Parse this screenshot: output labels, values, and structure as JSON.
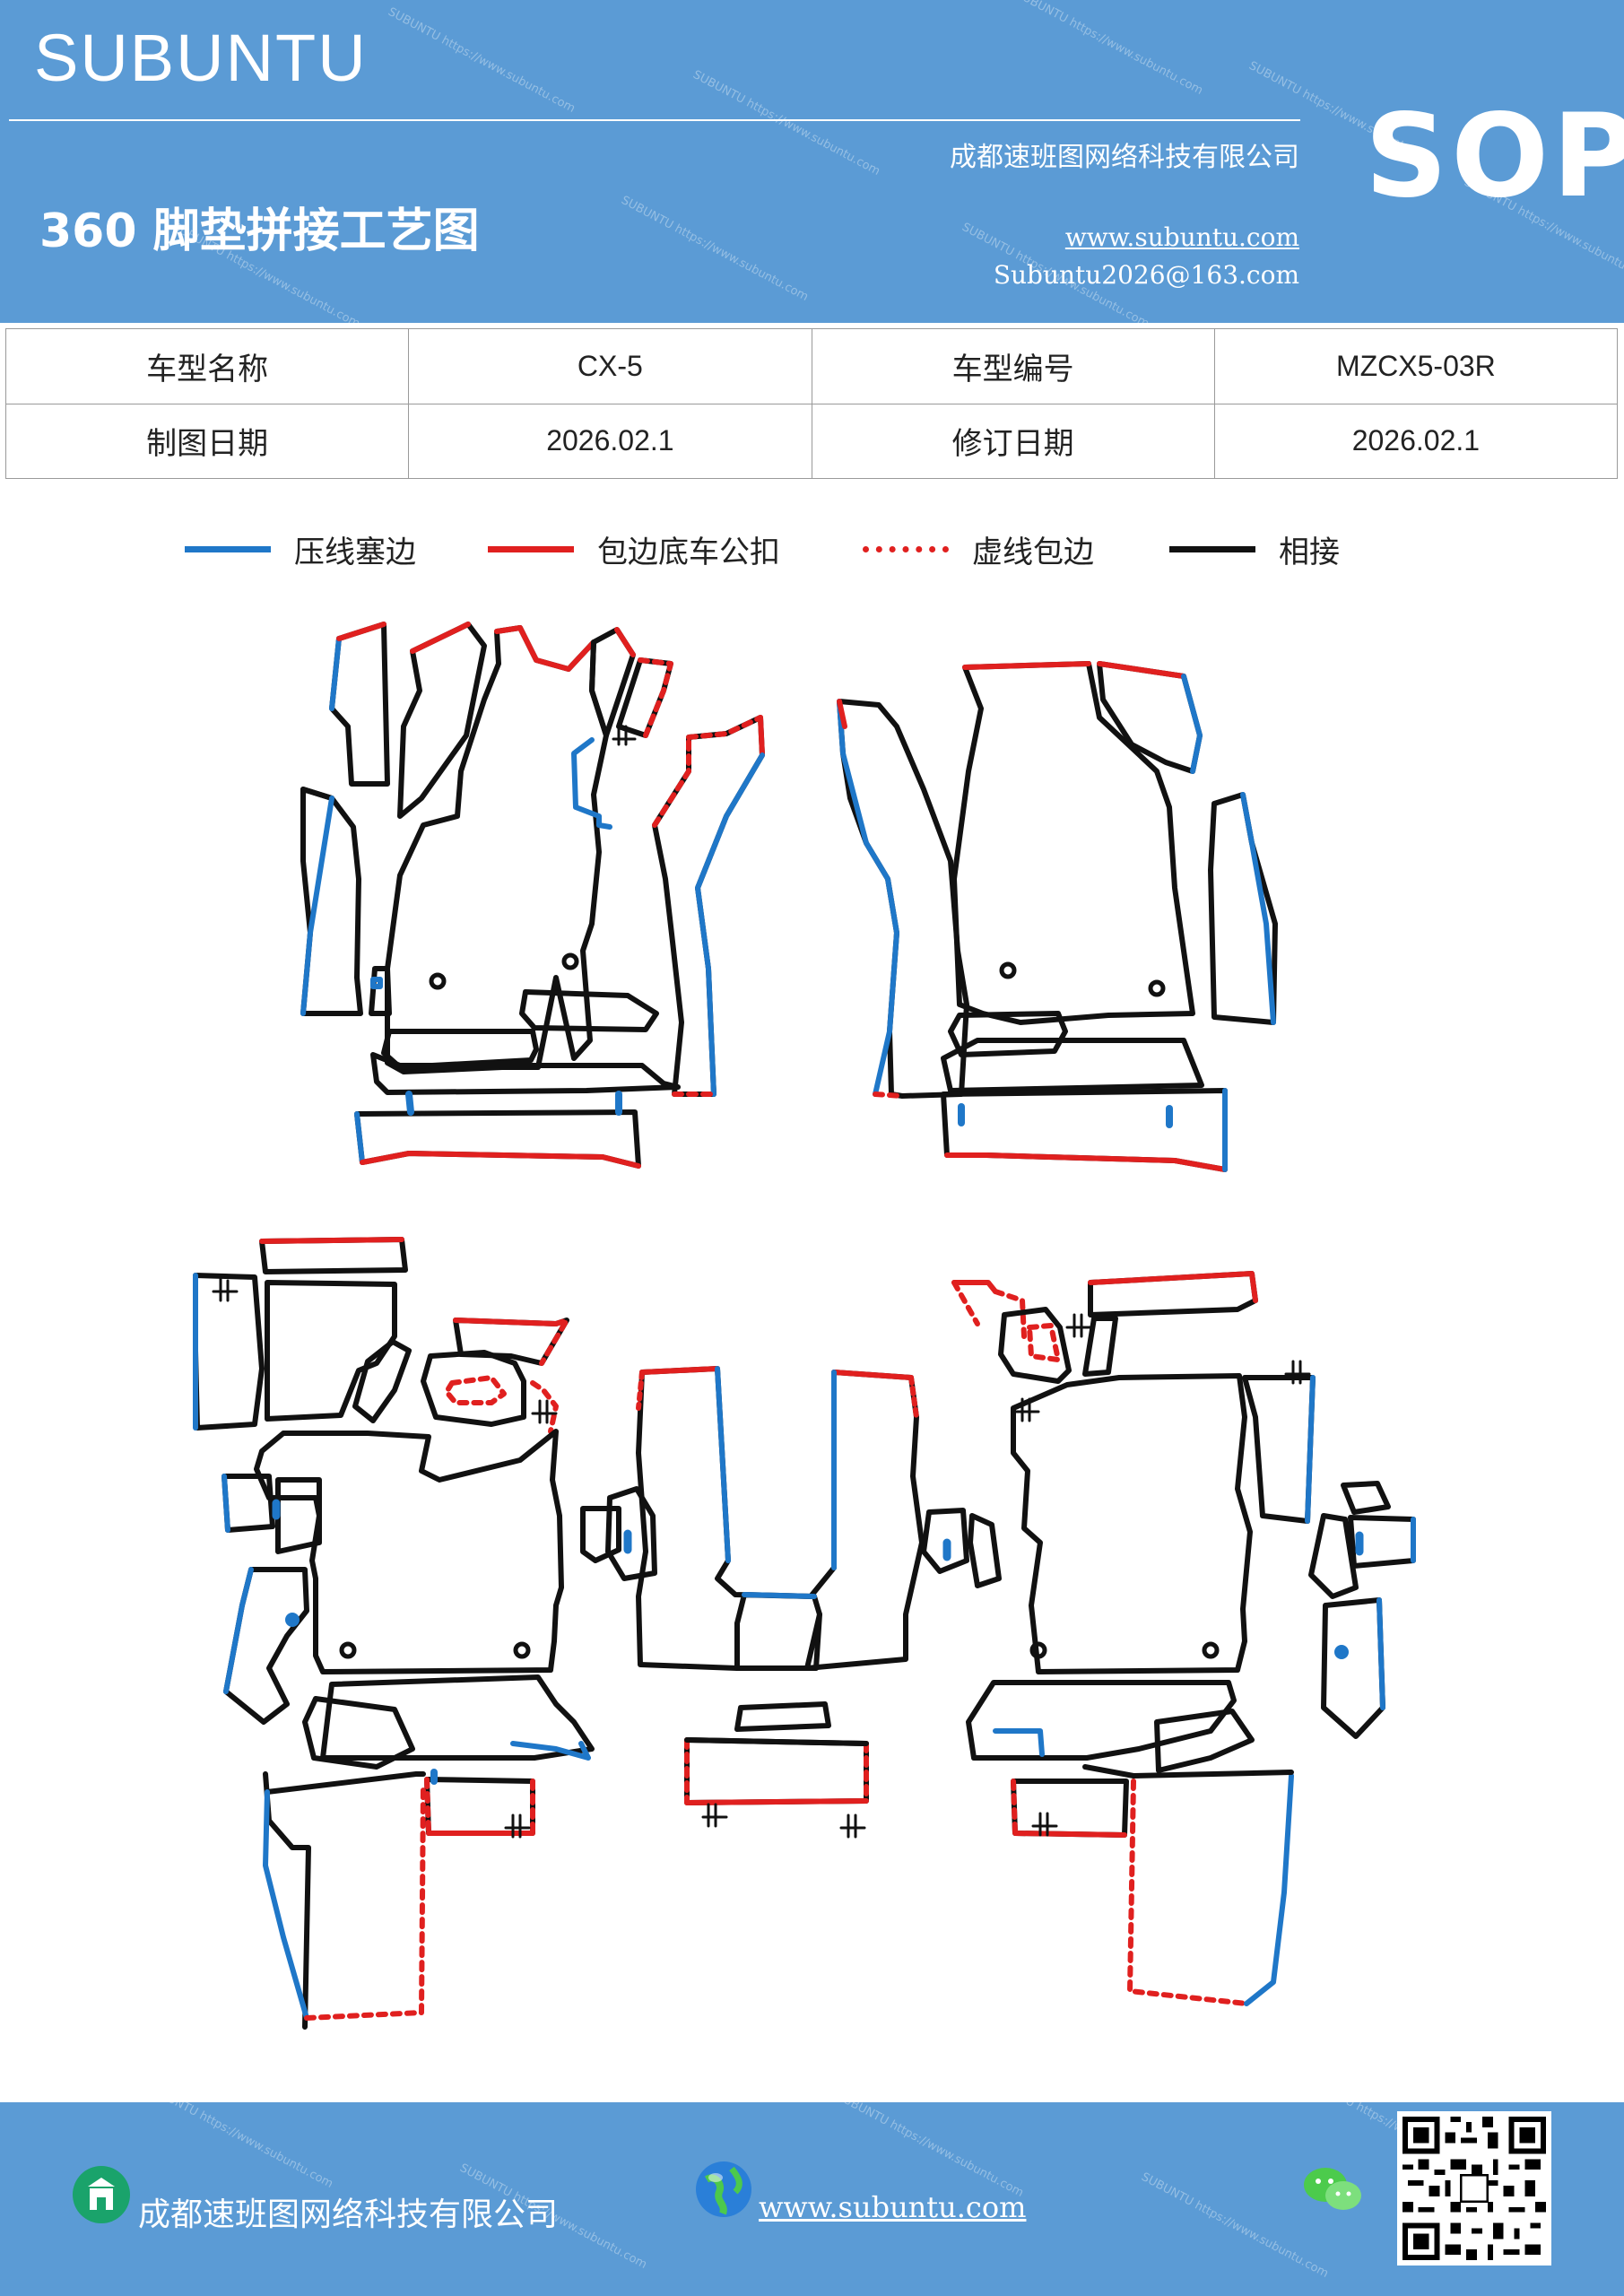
{
  "header": {
    "brand": "SUBUNTU",
    "company": "成都速班图网络科技有限公司",
    "title": "360 脚垫拼接工艺图",
    "url": "www.subuntu.com",
    "email": "Subuntu2026@163.com",
    "badge": "SOP",
    "watermark": "SUBUNTU https://www.subuntu.com"
  },
  "info_table": {
    "rows": [
      [
        {
          "label": "车型名称"
        },
        {
          "value": "CX-5"
        },
        {
          "label": "车型编号"
        },
        {
          "value": "MZCX5-03R"
        }
      ],
      [
        {
          "label": "制图日期"
        },
        {
          "value": "2026.02.1"
        },
        {
          "label": "修订日期"
        },
        {
          "value": "2026.02.1"
        }
      ]
    ]
  },
  "legend": [
    {
      "label": "压线塞边",
      "color": "#1f77c8",
      "style": "solid"
    },
    {
      "label": "包边底车公扣",
      "color": "#e0201f",
      "style": "solid"
    },
    {
      "label": "虚线包边",
      "color": "#e0201f",
      "style": "dashed"
    },
    {
      "label": "相接",
      "color": "#111111",
      "style": "solid"
    }
  ],
  "colors": {
    "header_bg": "#5b9bd5",
    "blue_line": "#1f77c8",
    "red_line": "#e0201f",
    "black_line": "#111111"
  },
  "footer": {
    "company": "成都速班图网络科技有限公司",
    "url": "www.subuntu.com",
    "icons": [
      "building-icon",
      "globe-icon",
      "wechat-icon",
      "qr-code"
    ]
  }
}
